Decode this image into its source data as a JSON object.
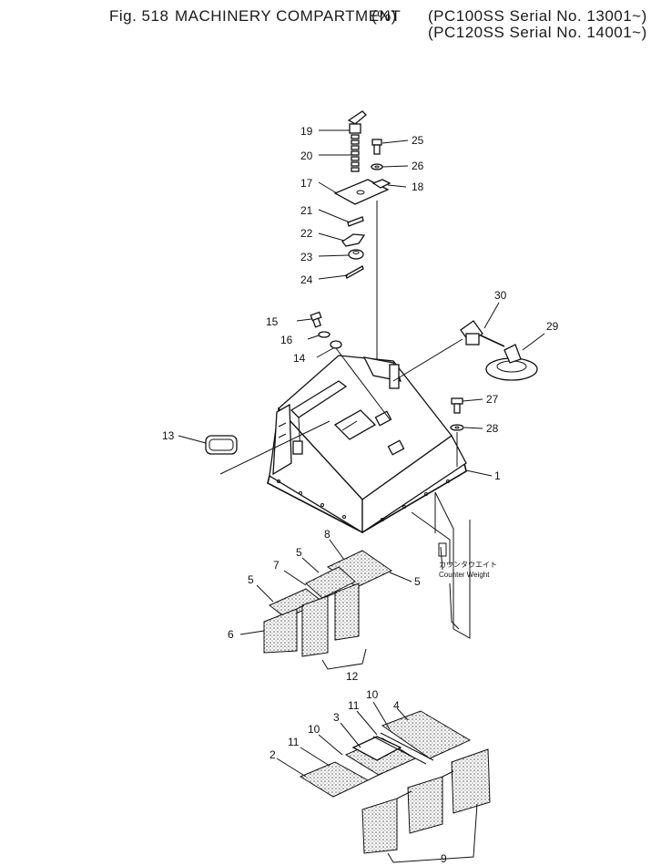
{
  "header": {
    "fig_label": "Fig. 518",
    "title": "MACHINERY COMPARTMENT",
    "fraction": "(%)",
    "serial_1": "(PC100SS Serial No. 13001~)",
    "serial_2": "(PC120SS Serial No. 14001~)"
  },
  "annotation": {
    "counterweight_jp": "カウンタウエイト",
    "counterweight_en": "Counter Weight"
  },
  "parts": {
    "p1": "1",
    "p2": "2",
    "p3": "3",
    "p4": "4",
    "p5a": "5",
    "p5b": "5",
    "p5c": "5",
    "p6": "6",
    "p7": "7",
    "p8": "8",
    "p9": "9",
    "p10a": "10",
    "p10b": "10",
    "p11a": "11",
    "p11b": "11",
    "p12": "12",
    "p13": "13",
    "p14": "14",
    "p15": "15",
    "p16": "16",
    "p17": "17",
    "p18": "18",
    "p19": "19",
    "p20": "20",
    "p21": "21",
    "p22": "22",
    "p23": "23",
    "p24": "24",
    "p25": "25",
    "p26": "26",
    "p27": "27",
    "p28": "28",
    "p29": "29",
    "p30": "30"
  }
}
